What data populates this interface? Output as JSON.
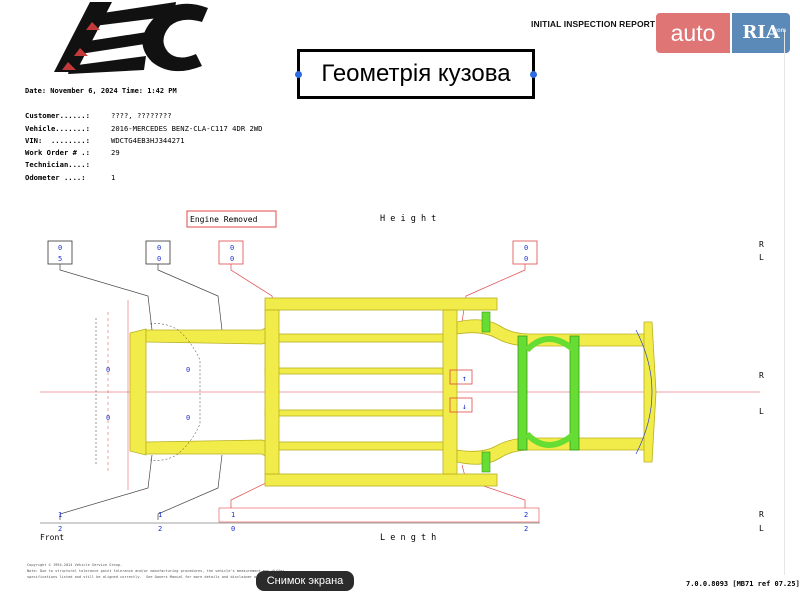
{
  "header": {
    "report_title": "INITIAL INSPECTION REPORT",
    "date_line": "Date: November 6, 2024 Time: 1:42 PM"
  },
  "overlay": {
    "title": "Геометрія кузова",
    "watermark_auto": "auto",
    "watermark_ria": "RIA",
    "watermark_com": ".com",
    "screenshot_label": "Снимок экрана"
  },
  "info": [
    {
      "label": "Customer......:",
      "value": "????, ????????"
    },
    {
      "label": "Vehicle.......:",
      "value": "2016-MERCEDES BENZ-CLA-C117 4DR 2WD"
    },
    {
      "label": "VIN:  ........:",
      "value": "WDCTG4EB3HJ344271"
    },
    {
      "label": "Work Order # .:",
      "value": "29"
    },
    {
      "label": "Technician....:",
      "value": ""
    },
    {
      "label": "Odometer ....:",
      "value": "1"
    }
  ],
  "diagram": {
    "engine_label": "Engine Removed",
    "height_label": "H e i g h t",
    "length_label": "L e n g t h",
    "front_label": "Front",
    "side_top_r": "R",
    "side_top_l": "L",
    "side_mid_r": "R",
    "side_mid_l": "L",
    "side_bot_r": "R",
    "side_bot_l": "L",
    "zero": "0",
    "one": "1",
    "two": "2",
    "five": "5"
  },
  "footer": {
    "copyright": "Copyright © 1994-2014 Vehicle Service Group.",
    "note1": "Note: Due to structural tolerance point tolerance and/or manufacturing procedures, the vehicle's measurement may differ",
    "note2": "specifications listed and still be aligned correctly.  See Owners Manual for more details and disclaimer of warranty.",
    "version": "7.0.0.8093 [MB71 ref 07.25]"
  },
  "colors": {
    "frame": "#f1ec4a",
    "frame_edge": "#b8b020",
    "green": "#66dd33",
    "red_line": "#e04848",
    "blue": "#1a2fd0",
    "guide": "#444444"
  }
}
